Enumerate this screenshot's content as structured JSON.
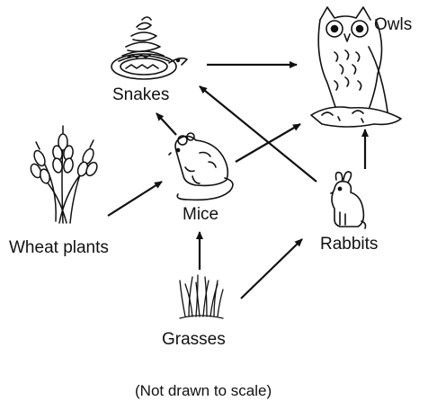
{
  "labels": {
    "owls": "Owls",
    "snakes": "Snakes",
    "mice": "Mice",
    "rabbits": "Rabbits",
    "wheat": "Wheat plants",
    "grasses": "Grasses"
  },
  "note": "(Not drawn to scale)",
  "colors": {
    "ink": "#111111",
    "background": "#ffffff"
  },
  "icons": [
    "snake-icon",
    "owl-icon",
    "mouse-icon",
    "rabbit-icon",
    "wheat-icon",
    "grass-icon"
  ],
  "arrows": [
    {
      "from": "wheat",
      "to": "mice"
    },
    {
      "from": "grasses",
      "to": "mice"
    },
    {
      "from": "grasses",
      "to": "rabbits"
    },
    {
      "from": "mice",
      "to": "snakes"
    },
    {
      "from": "mice",
      "to": "owls"
    },
    {
      "from": "snakes",
      "to": "owls"
    },
    {
      "from": "rabbits",
      "to": "snakes"
    },
    {
      "from": "rabbits",
      "to": "owls"
    }
  ]
}
